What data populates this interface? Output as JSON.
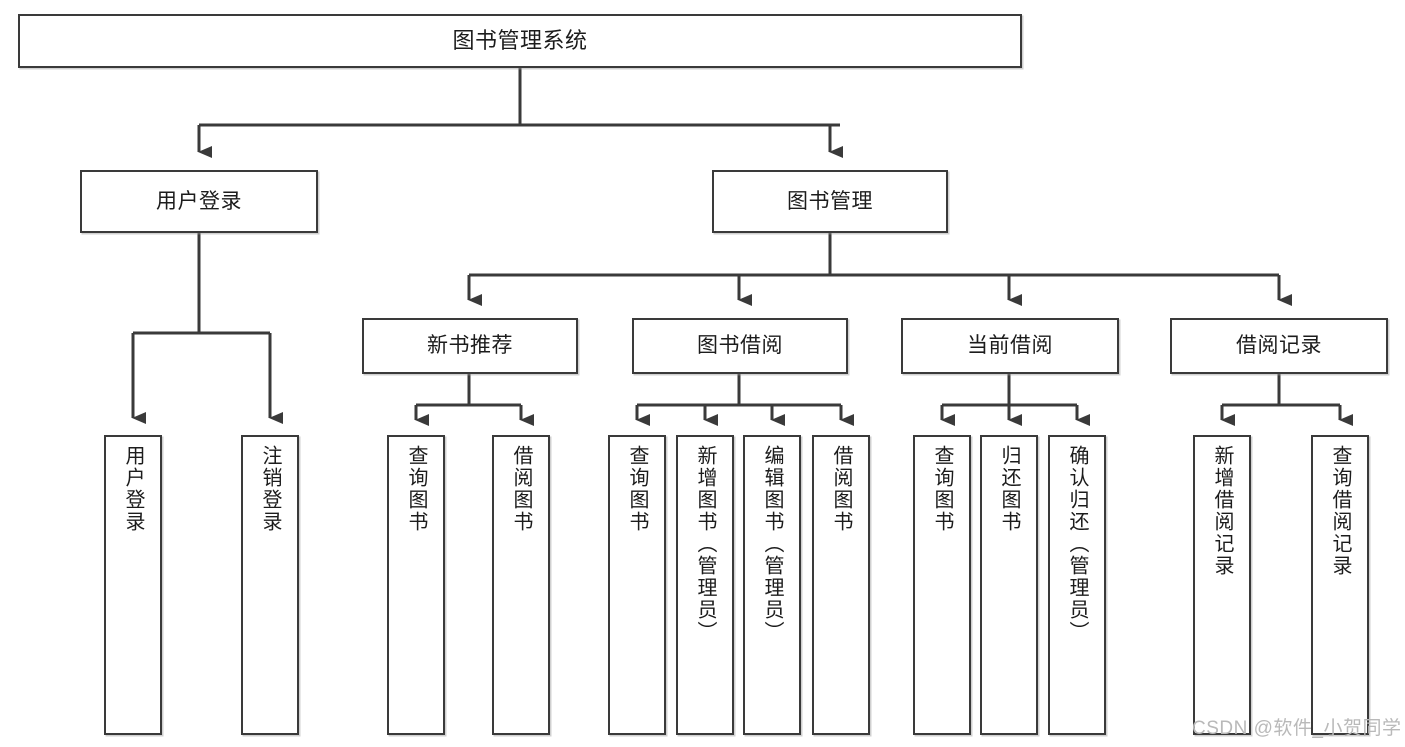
{
  "diagram": {
    "title": "图书管理系统",
    "type": "tree-hierarchy",
    "colors": {
      "box_border": "#3a3a3a",
      "box_fill": "#ffffff",
      "connector": "#3a3a3a",
      "text": "#1c1c1c",
      "watermark": "#b9b9b9"
    },
    "root": {
      "label": "图书管理系统"
    },
    "level2": [
      {
        "label": "用户登录"
      },
      {
        "label": "图书管理"
      }
    ],
    "level3": [
      {
        "label": "新书推荐"
      },
      {
        "label": "图书借阅"
      },
      {
        "label": "当前借阅"
      },
      {
        "label": "借阅记录"
      }
    ],
    "leaves": {
      "user_login": [
        {
          "label": "用户登录"
        },
        {
          "label": "注销登录"
        }
      ],
      "new_book_recommend": [
        {
          "label": "查询图书"
        },
        {
          "label": "借阅图书"
        }
      ],
      "book_borrow": [
        {
          "label": "查询图书"
        },
        {
          "label": "新增图书（管理员）"
        },
        {
          "label": "编辑图书（管理员）"
        },
        {
          "label": "借阅图书"
        }
      ],
      "current_borrow": [
        {
          "label": "查询图书"
        },
        {
          "label": "归还图书"
        },
        {
          "label": "确认归还（管理员）"
        }
      ],
      "borrow_record": [
        {
          "label": "新增借阅记录"
        },
        {
          "label": "查询借阅记录"
        }
      ]
    }
  },
  "watermark": {
    "text": "CSDN @软件_小贺同学"
  }
}
